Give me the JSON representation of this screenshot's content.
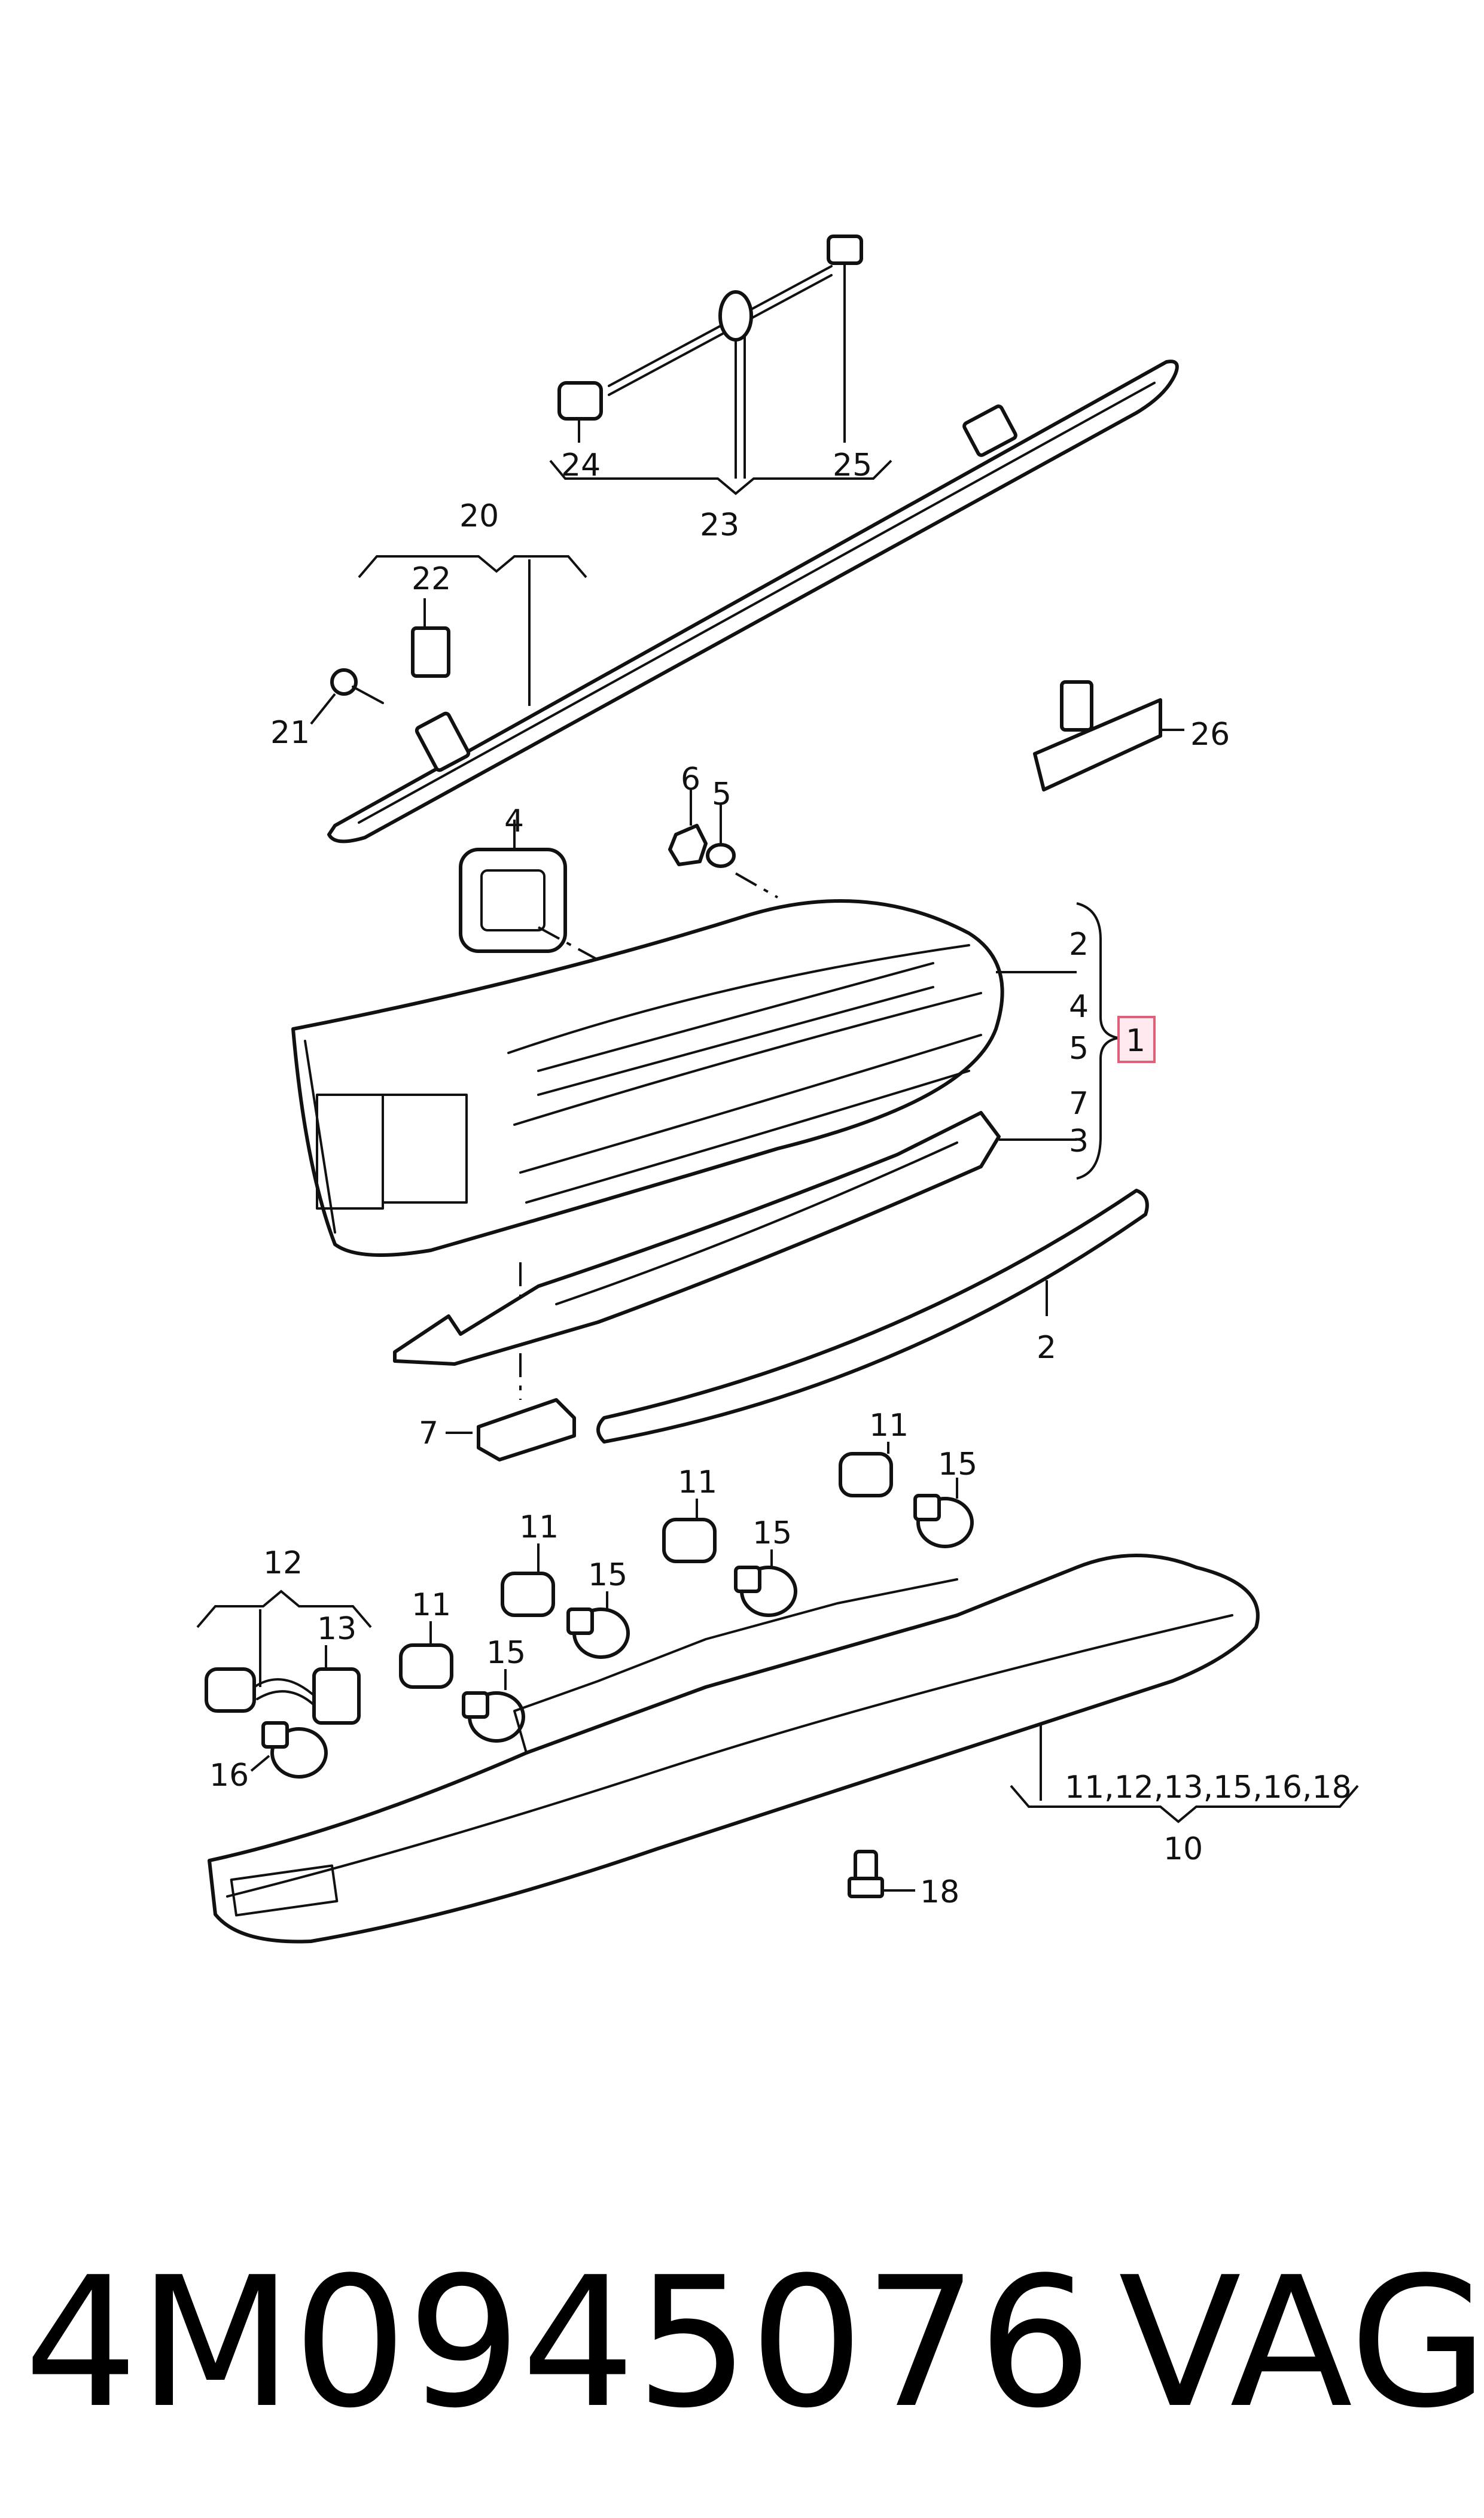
{
  "callouts": {
    "c1": "1",
    "c2a": "2",
    "c2b": "2",
    "c3": "3",
    "c4a": "4",
    "c4b": "4",
    "c5a": "5",
    "c5b": "5",
    "c6": "6",
    "c7a": "7",
    "c7b": "7",
    "c10": "10",
    "c10list": "11,12,13,15,16,18",
    "c11a": "11",
    "c11b": "11",
    "c11c": "11",
    "c11d": "11",
    "c12": "12",
    "c13": "13",
    "c15a": "15",
    "c15b": "15",
    "c15c": "15",
    "c15d": "15",
    "c16": "16",
    "c18": "18",
    "c20": "20",
    "c21": "21",
    "c22": "22",
    "c23": "23",
    "c24": "24",
    "c25": "25",
    "c26": "26"
  },
  "footer": {
    "part_number": "4M0945076",
    "brand": "VAG"
  },
  "colors": {
    "line": "#111111",
    "highlight_fill": "#ffe9ee",
    "highlight_stroke": "#e0607a"
  }
}
